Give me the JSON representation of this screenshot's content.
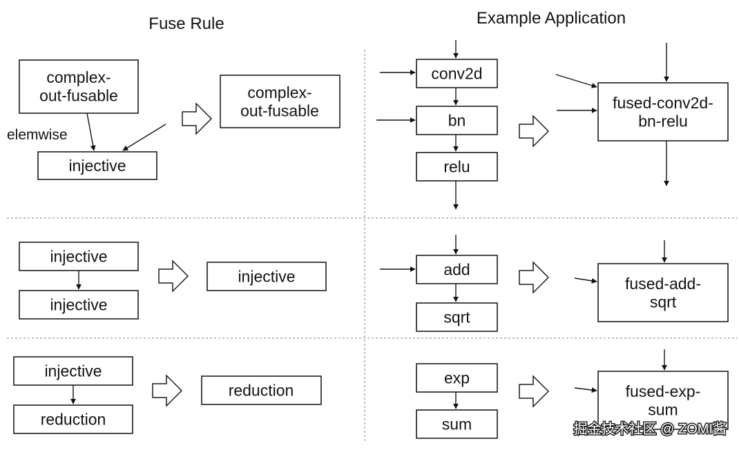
{
  "headers": {
    "fuse_rule": "Fuse Rule",
    "example_application": "Example Application"
  },
  "rules": [
    {
      "inputs": [
        "complex-\nout-fusable",
        "injective"
      ],
      "edge_label": "elemwise",
      "result": "complex-\nout-fusable"
    },
    {
      "inputs": [
        "injective",
        "injective"
      ],
      "result": "injective"
    },
    {
      "inputs": [
        "injective",
        "reduction"
      ],
      "result": "reduction"
    }
  ],
  "examples": [
    {
      "ops": [
        "conv2d",
        "bn",
        "relu"
      ],
      "fused": "fused-conv2d-\nbn-relu"
    },
    {
      "ops": [
        "add",
        "sqrt"
      ],
      "fused": "fused-add-\nsqrt"
    },
    {
      "ops": [
        "exp",
        "sum"
      ],
      "fused": "fused-exp-\nsum"
    }
  ],
  "watermark": "掘金技术社区 @ ZOMI酱",
  "colors": {
    "stroke": "#1a1a1a",
    "divider": "#9a9a9a",
    "background": "#ffffff"
  }
}
